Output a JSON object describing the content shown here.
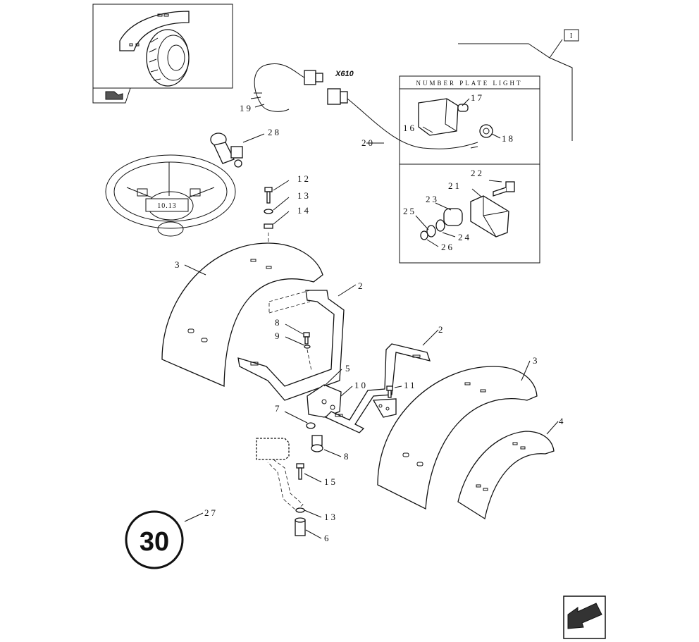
{
  "inset": {
    "nav_symbol": "book-icon"
  },
  "connector_label": "X610",
  "reference_box_label": "I",
  "ref_sheet": "10.13",
  "number_plate_box": {
    "title": "NUMBER PLATE LIGHT"
  },
  "badge": "30",
  "callouts": {
    "c19": "19",
    "c20": "20",
    "c28": "28",
    "c12": "12",
    "c13a": "13",
    "c14": "14",
    "c3a": "3",
    "c2a": "2",
    "c8a": "8",
    "c9": "9",
    "c5": "5",
    "c10": "10",
    "c11": "11",
    "c2b": "2",
    "c3b": "3",
    "c4": "4",
    "c7": "7",
    "c8b": "8",
    "c15": "15",
    "c13b": "13",
    "c6": "6",
    "c27": "27",
    "c17": "17",
    "c16": "16",
    "c18": "18",
    "c22": "22",
    "c21": "21",
    "c23": "23",
    "c25": "25",
    "c24": "24",
    "c26": "26"
  },
  "nav_arrow": "back-arrow-icon"
}
